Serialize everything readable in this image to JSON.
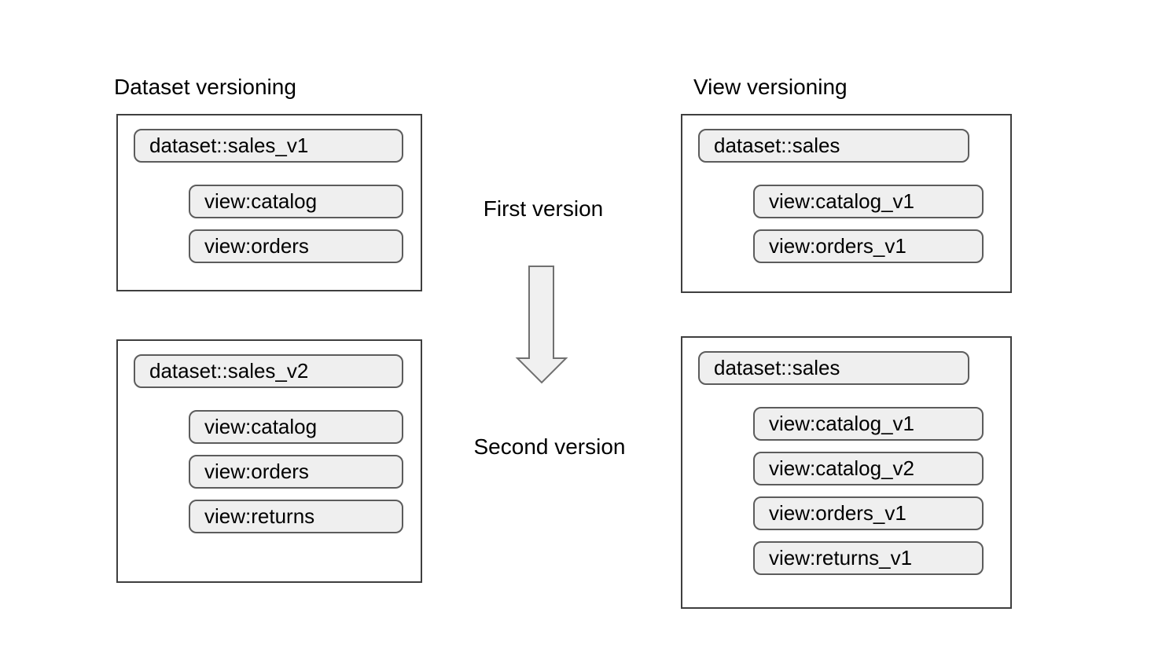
{
  "headings": {
    "left": "Dataset versioning",
    "right": "View versioning"
  },
  "flow": {
    "first_label": "First version",
    "second_label": "Second version",
    "arrow_icon": "down-block-arrow"
  },
  "panels": [
    {
      "id": "dataset-versioning-first",
      "dataset": "dataset::sales_v1",
      "views": [
        "view:catalog",
        "view:orders"
      ]
    },
    {
      "id": "view-versioning-first",
      "dataset": "dataset::sales",
      "views": [
        "view:catalog_v1",
        "view:orders_v1"
      ]
    },
    {
      "id": "dataset-versioning-second",
      "dataset": "dataset::sales_v2",
      "views": [
        "view:catalog",
        "view:orders",
        "view:returns"
      ]
    },
    {
      "id": "view-versioning-second",
      "dataset": "dataset::sales",
      "views": [
        "view:catalog_v1",
        "view:catalog_v2",
        "view:orders_v1",
        "view:returns_v1"
      ]
    }
  ],
  "colors": {
    "text": "#000000",
    "box_border": "#3f3f3f",
    "pill_fill": "#efefef",
    "pill_border": "#5c5c5c",
    "arrow_fill": "#f0f0f0",
    "arrow_border": "#707070",
    "canvas_bg": "#ffffff"
  }
}
